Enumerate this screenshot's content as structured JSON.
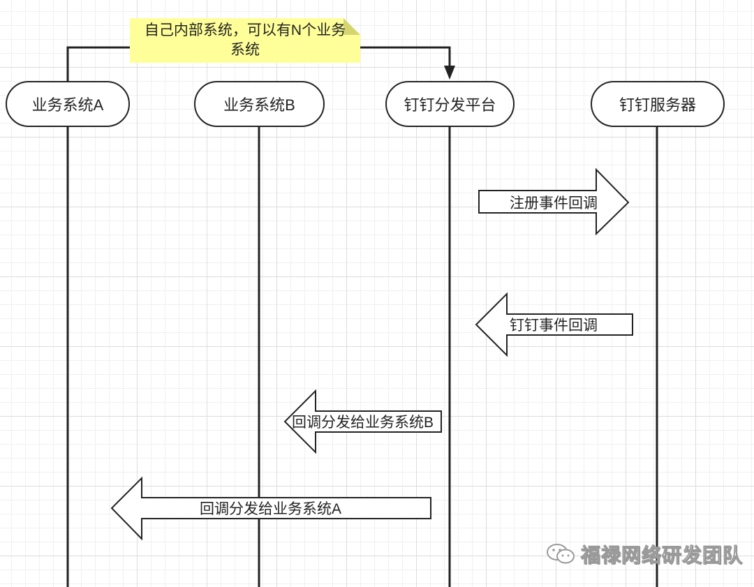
{
  "note": {
    "text": "自己内部系统，可以有N个业务\n系统"
  },
  "lanes": {
    "a": "业务系统A",
    "b": "业务系统B",
    "platform": "钉钉分发平台",
    "server": "钉钉服务器"
  },
  "arrows": {
    "register": "注册事件回调",
    "callback": "钉钉事件回调",
    "dispatch_b": "回调分发给业务系统B",
    "dispatch_a": "回调分发给业务系统A"
  },
  "watermark": {
    "text": "福禄网络研发团队",
    "icon": "wechat-icon"
  }
}
